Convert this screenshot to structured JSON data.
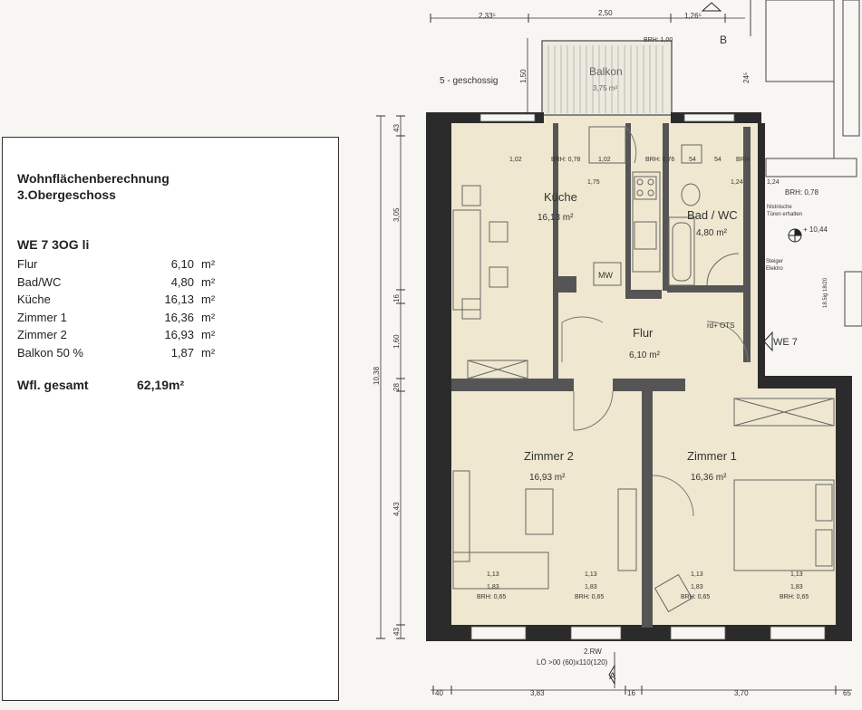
{
  "calc": {
    "title1": "Wohnflächenberechnung",
    "title2": "3.Obergeschoss",
    "unit": "WE 7 3OG li",
    "rows": [
      {
        "name": "Flur",
        "value": "6,10",
        "unit": "m²"
      },
      {
        "name": "Bad/WC",
        "value": "4,80",
        "unit": "m²"
      },
      {
        "name": "Küche",
        "value": "16,13",
        "unit": "m²"
      },
      {
        "name": "Zimmer 1",
        "value": "16,36",
        "unit": "m²"
      },
      {
        "name": "Zimmer 2",
        "value": "16,93",
        "unit": "m²"
      },
      {
        "name": "Balkon 50 %",
        "value": "1,87",
        "unit": "m²"
      }
    ],
    "total_label": "Wfl. gesamt",
    "total_value": "62,19m²"
  },
  "plan": {
    "rooms": {
      "kueche": {
        "name": "Küche",
        "area": "16,13 m²"
      },
      "bad": {
        "name": "Bad / WC",
        "area": "4,80 m²"
      },
      "flur": {
        "name": "Flur",
        "area": "6,10 m²"
      },
      "zimmer2": {
        "name": "Zimmer 2",
        "area": "16,93 m²"
      },
      "zimmer1": {
        "name": "Zimmer 1",
        "area": "16,36 m²"
      },
      "balkon": {
        "name": "Balkon",
        "area": "3,75 m²"
      }
    },
    "notes": {
      "geschossig": "5 - geschossig",
      "b_marker": "B",
      "a_marker": "A",
      "we7": "WE 7",
      "brh_078": "BRH: 0,78",
      "nischen1": "Nistnische",
      "nischen2": "Türen erhalten",
      "level": "+ 10,44",
      "steiger1": "Steiger",
      "steiger2": "Elektro",
      "rw": "2.RW",
      "lo": "LÖ >00 (60)x110(120)",
      "mw": "MW",
      "rd_ots": "rd+ OTS",
      "brh_balkon": "BRH: 1,00",
      "side_right": "18.5ig 18/20"
    },
    "top_dims": [
      "2,33⁵",
      "2,50",
      "1,26⁵"
    ],
    "bottom_dims": [
      "40",
      "3,83",
      "16",
      "3,70",
      "65"
    ],
    "left_dims": [
      "43",
      "3,05",
      "16",
      "1,60",
      "28",
      "4,43",
      "43"
    ],
    "left_total": "10,38",
    "balkon_dims": [
      "1,50",
      "24⁵"
    ],
    "kitchen_dims": [
      "1,02",
      "BRH: 0,78",
      "1,02",
      "BRH: 0,76",
      "54",
      "54",
      "BRH"
    ],
    "kitchen_side": [
      "1,75",
      "1,24",
      "1,24"
    ],
    "win_labels": [
      {
        "a": "1,13",
        "b": "1,83",
        "c": "BRH: 0,65"
      },
      {
        "a": "1,13",
        "b": "1,83",
        "c": "BRH: 0,65"
      },
      {
        "a": "1,13",
        "b": "1,83",
        "c": "BRH: 0,65"
      },
      {
        "a": "1,13",
        "b": "1,83",
        "c": "BRH: 0,65"
      }
    ]
  }
}
